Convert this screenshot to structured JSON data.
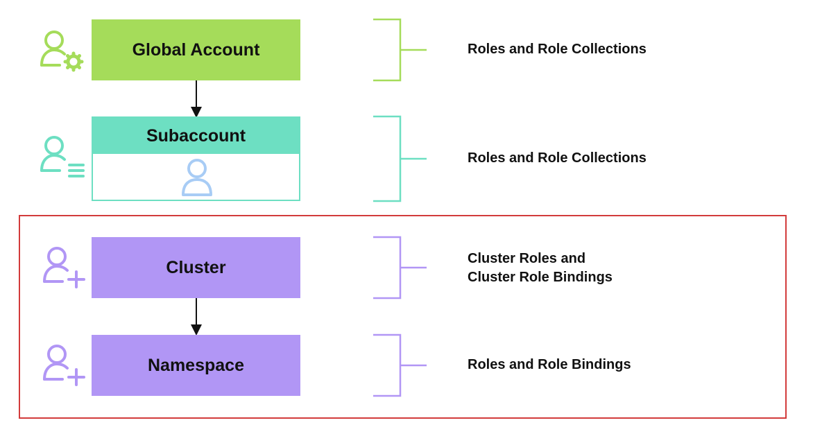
{
  "levels": [
    {
      "label": "Global Account",
      "description": [
        "Roles and Role Collections"
      ]
    },
    {
      "label": "Subaccount",
      "description": [
        "Roles and Role Collections"
      ]
    },
    {
      "label": "Cluster",
      "description": [
        "Cluster Roles and",
        "Cluster Role Bindings"
      ]
    },
    {
      "label": "Namespace",
      "description": [
        "Roles and Role Bindings"
      ]
    }
  ],
  "colors": {
    "global_account": "#a5dc5a",
    "subaccount": "#6ddfc2",
    "kyma": "#b196f5",
    "user_icon_blue": "#a8ccf5",
    "highlight_border": "#d23b3b",
    "arrow": "#111111"
  },
  "icons": {
    "global_account": "user-settings-icon",
    "subaccount": "user-list-icon",
    "subaccount_inner": "user-icon",
    "cluster": "user-add-icon",
    "namespace": "user-add-icon"
  }
}
